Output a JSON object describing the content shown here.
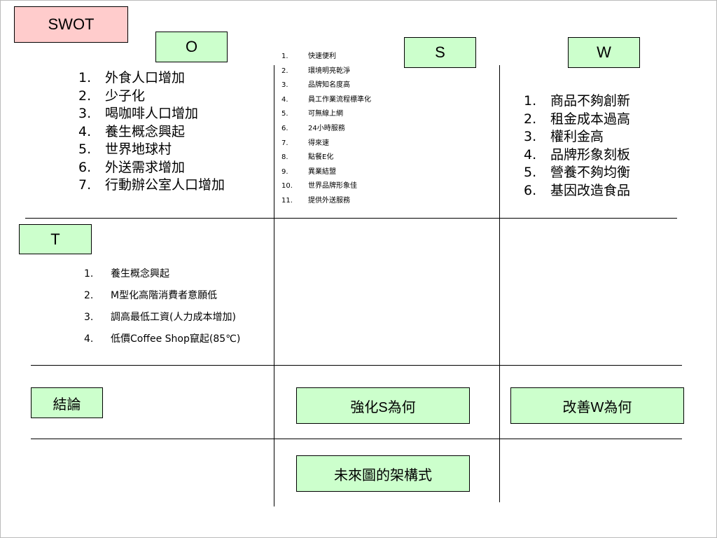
{
  "title": "SWOT",
  "labels": {
    "o": "O",
    "s": "S",
    "w": "W",
    "t": "T"
  },
  "opportunities": [
    "外食人口增加",
    "少子化",
    "喝咖啡人口增加",
    "養生概念興起",
    "世界地球村",
    "外送需求增加",
    "行動辦公室人口增加"
  ],
  "strengths": [
    "快速便利",
    "環境明亮乾淨",
    "品牌知名度高",
    "員工作業流程標準化",
    "可無線上網",
    "24小時服務",
    "得來速",
    "點餐E化",
    "異業結盟",
    "世界品牌形象佳",
    "提供外送服務"
  ],
  "weaknesses": [
    "商品不夠創新",
    "租金成本過高",
    "權利金高",
    "品牌形象刻板",
    "營養不夠均衡",
    "基因改造食品"
  ],
  "threats": [
    "養生概念興起",
    "M型化高階消費者意願低",
    "調高最低工資(人力成本增加)",
    "低價Coffee Shop竄起(85℃)"
  ],
  "buttons": {
    "conclusion": "結論",
    "strengthen_s": "強化S為何",
    "improve_w": "改善W為何",
    "future": "未來圖的架構式"
  },
  "colors": {
    "title_fill": "#ffcccc",
    "box_fill": "#ccffcc"
  }
}
